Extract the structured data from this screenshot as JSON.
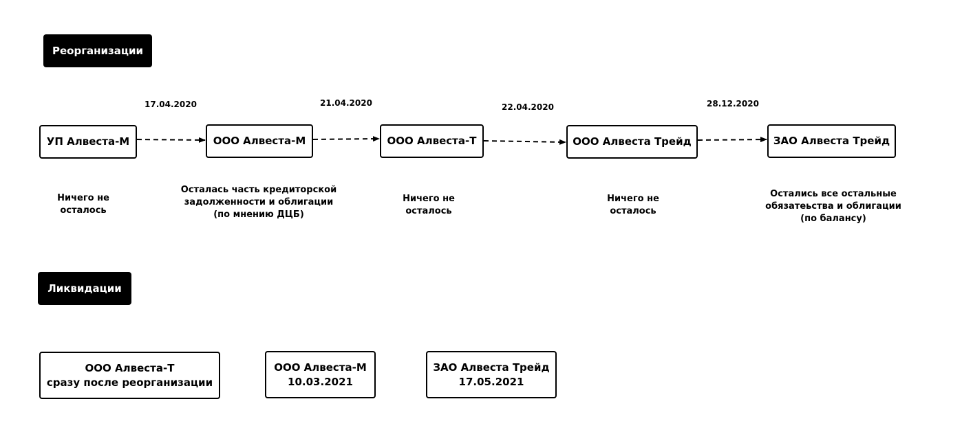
{
  "sections": {
    "reorg_label": "Реорганизации",
    "liquidation_label": "Ликвидации"
  },
  "chain": {
    "nodes": [
      "УП Алвеста-М",
      "ООО Алвеста-М",
      "ООО Алвеста-Т",
      "ООО Алвеста Трейд",
      "ЗАО Алвеста Трейд"
    ],
    "dates": [
      "17.04.2020",
      "21.04.2020",
      "22.04.2020",
      "28.12.2020"
    ],
    "notes": [
      "Ничего не\nосталось",
      "Осталась часть кредиторской\nзадолженности и облигации\n(по мнению ДЦБ)",
      "Ничего не\nосталось",
      "Ничего не\nосталось",
      "Остались все остальные\nобязатеьства и облигации\n(по балансу)"
    ]
  },
  "liquidations": [
    {
      "name": "ООО Алвеста-Т",
      "detail": "сразу после реорганизации"
    },
    {
      "name": "ООО Алвеста-М",
      "detail": "10.03.2021"
    },
    {
      "name": "ЗАО Алвеста Трейд",
      "detail": "17.05.2021"
    }
  ]
}
